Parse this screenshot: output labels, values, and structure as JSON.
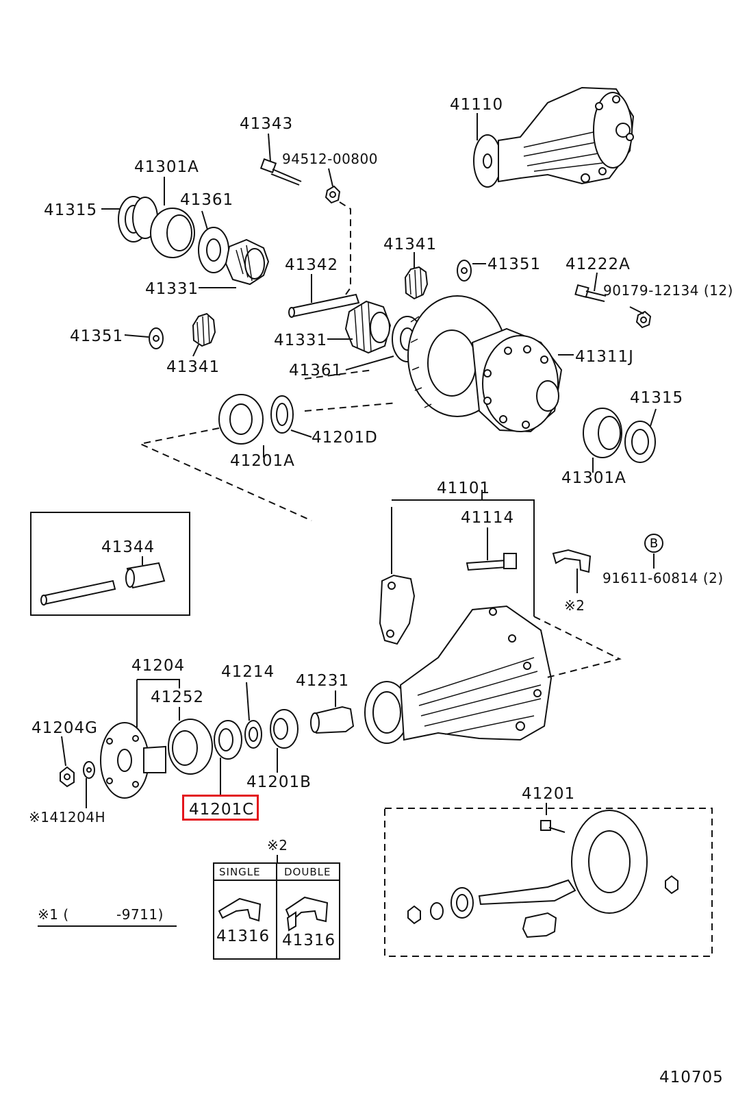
{
  "labels": {
    "l41110": "41110",
    "l41343": "41343",
    "l94512": "94512-00800",
    "l41301A_top": "41301A",
    "l41315_top": "41315",
    "l41361_top": "41361",
    "l41331_top": "41331",
    "l41341_top": "41341",
    "l41351_top": "41351",
    "l41342": "41342",
    "l41222A": "41222A",
    "l90179": "90179-12134 (12)",
    "l41351_left": "41351",
    "l41341_left": "41341",
    "l41331_mid": "41331",
    "l41361_mid": "41361",
    "l41311J": "41311J",
    "l41315_right": "41315",
    "l41201D": "41201D",
    "l41201A": "41201A",
    "l41301A_right": "41301A",
    "l41101": "41101",
    "l41114": "41114",
    "lB": "B",
    "l91611": "91611-60814 (2)",
    "lmark2_bracket": "※2",
    "l41344": "41344",
    "l41204": "41204",
    "l41214": "41214",
    "l41231": "41231",
    "l41252": "41252",
    "l41204G": "41204G",
    "l41201B": "41201B",
    "l141204H": "※141204H",
    "l41201C": "41201C",
    "l41201": "41201",
    "lmark2_table": "※2",
    "lsingle": "SINGLE",
    "ldouble": "DOUBLE",
    "l41316a": "41316",
    "l41316b": "41316",
    "lnote1": "※1 (",
    "lnote1b": "-9711)",
    "lref": "410705"
  },
  "highlighted_part": "41201C"
}
